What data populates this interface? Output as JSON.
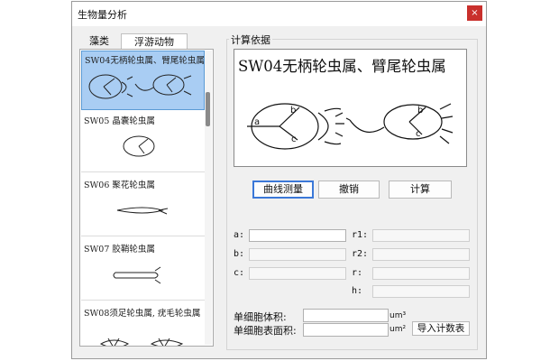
{
  "window": {
    "title": "生物量分析",
    "close_glyph": "×"
  },
  "tabs": [
    {
      "label": "藻类"
    },
    {
      "label": "浮游动物"
    }
  ],
  "species_list": [
    {
      "label": "SW04无柄轮虫属、臂尾轮虫属",
      "selected": true
    },
    {
      "label": "SW05 晶囊轮虫属"
    },
    {
      "label": "SW06 聚花轮虫属"
    },
    {
      "label": "SW07 胶鞘轮虫属"
    },
    {
      "label": "SW08须足轮虫属, 疣毛轮虫属"
    }
  ],
  "basis": {
    "label": "计算依据",
    "preview_title": "SW04无柄轮虫属、臂尾轮虫属",
    "diagram_labels": {
      "a": "a",
      "b": "b",
      "c": "c"
    }
  },
  "buttons": {
    "measure": "曲线测量",
    "undo": "撤销",
    "calculate": "计算",
    "export": "导入计数表"
  },
  "fields": {
    "a": "a:",
    "b": "b:",
    "c": "c:",
    "r1": "r1:",
    "r2": "r2:",
    "r": "r:",
    "h": "h:"
  },
  "bottom": {
    "volume_label": "单细胞体积:",
    "volume_unit": "um³",
    "area_label": "单细胞表面积:",
    "area_unit": "um²"
  }
}
